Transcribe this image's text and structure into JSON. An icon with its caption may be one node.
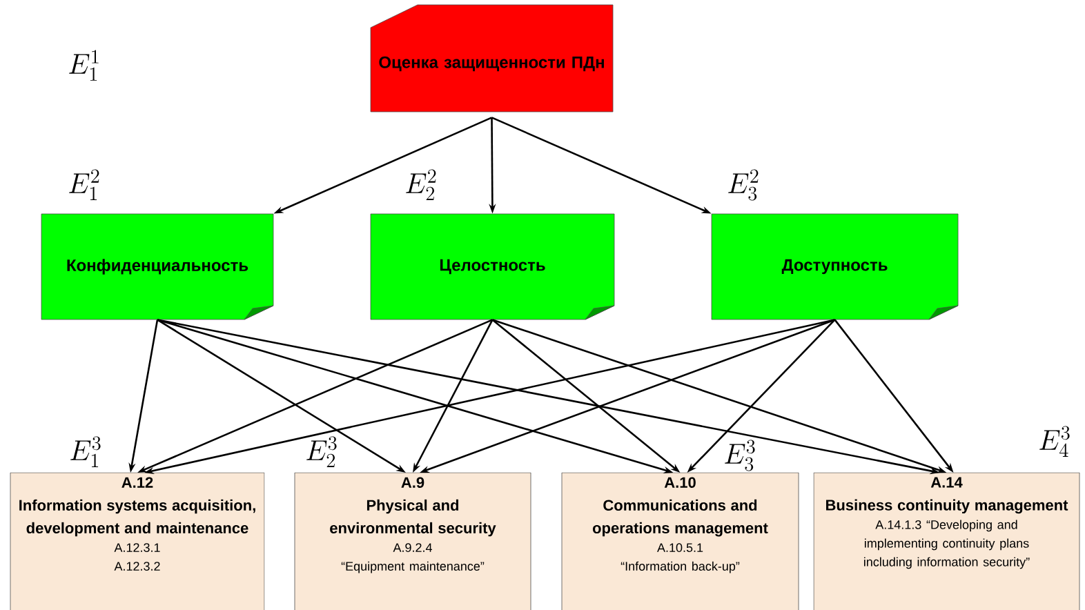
{
  "diagram": {
    "nodes": [
      {
        "text": [
          "Оценка защищенности ПДн"
        ]
      },
      {
        "text": [
          "Конфиденциальность"
        ]
      },
      {
        "text": [
          "Целостность"
        ]
      },
      {
        "text": [
          "Доступность"
        ]
      },
      {
        "text": [
          "A.12",
          "Information systems acquisition, development and maintenance",
          "A.12.3.1",
          "A.12.3.2"
        ]
      },
      {
        "text": [
          "A.9",
          "Physical and environmental security",
          "A.9.2.4",
          "“Equipment maintenance”"
        ]
      },
      {
        "text": [
          "A.10",
          "Communications and operations management",
          "A.10.5.1",
          "“Information back-up”"
        ]
      },
      {
        "text": [
          "A.14",
          "Business continuity management",
          "A.14.1.3 “Developing and implementing continuity plans including information security”"
        ]
      }
    ],
    "edges": [
      {
        "from": 0,
        "to": 1,
        "arrow": "to"
      },
      {
        "from": 0,
        "to": 2,
        "arrow": "to"
      },
      {
        "from": 0,
        "to": 3,
        "arrow": "to"
      },
      {
        "from": 1,
        "to": 4,
        "arrow": "to"
      },
      {
        "from": 1,
        "to": 5,
        "arrow": "to"
      },
      {
        "from": 1,
        "to": 6,
        "arrow": "to"
      },
      {
        "from": 1,
        "to": 7,
        "arrow": "to"
      },
      {
        "from": 2,
        "to": 4,
        "arrow": "to"
      },
      {
        "from": 2,
        "to": 5,
        "arrow": "to"
      },
      {
        "from": 2,
        "to": 6,
        "arrow": "to"
      },
      {
        "from": 2,
        "to": 7,
        "arrow": "to"
      },
      {
        "from": 3,
        "to": 4,
        "arrow": "to"
      },
      {
        "from": 3,
        "to": 5,
        "arrow": "to"
      },
      {
        "from": 3,
        "to": 6,
        "arrow": "to"
      },
      {
        "from": 3,
        "to": 7,
        "arrow": "to"
      }
    ],
    "labels": [
      "E_1^1",
      "E_1^2",
      "E_2^2",
      "E_3^2",
      "E_1^3",
      "E_2^3",
      "E_3^3",
      "E_4^3"
    ]
  }
}
